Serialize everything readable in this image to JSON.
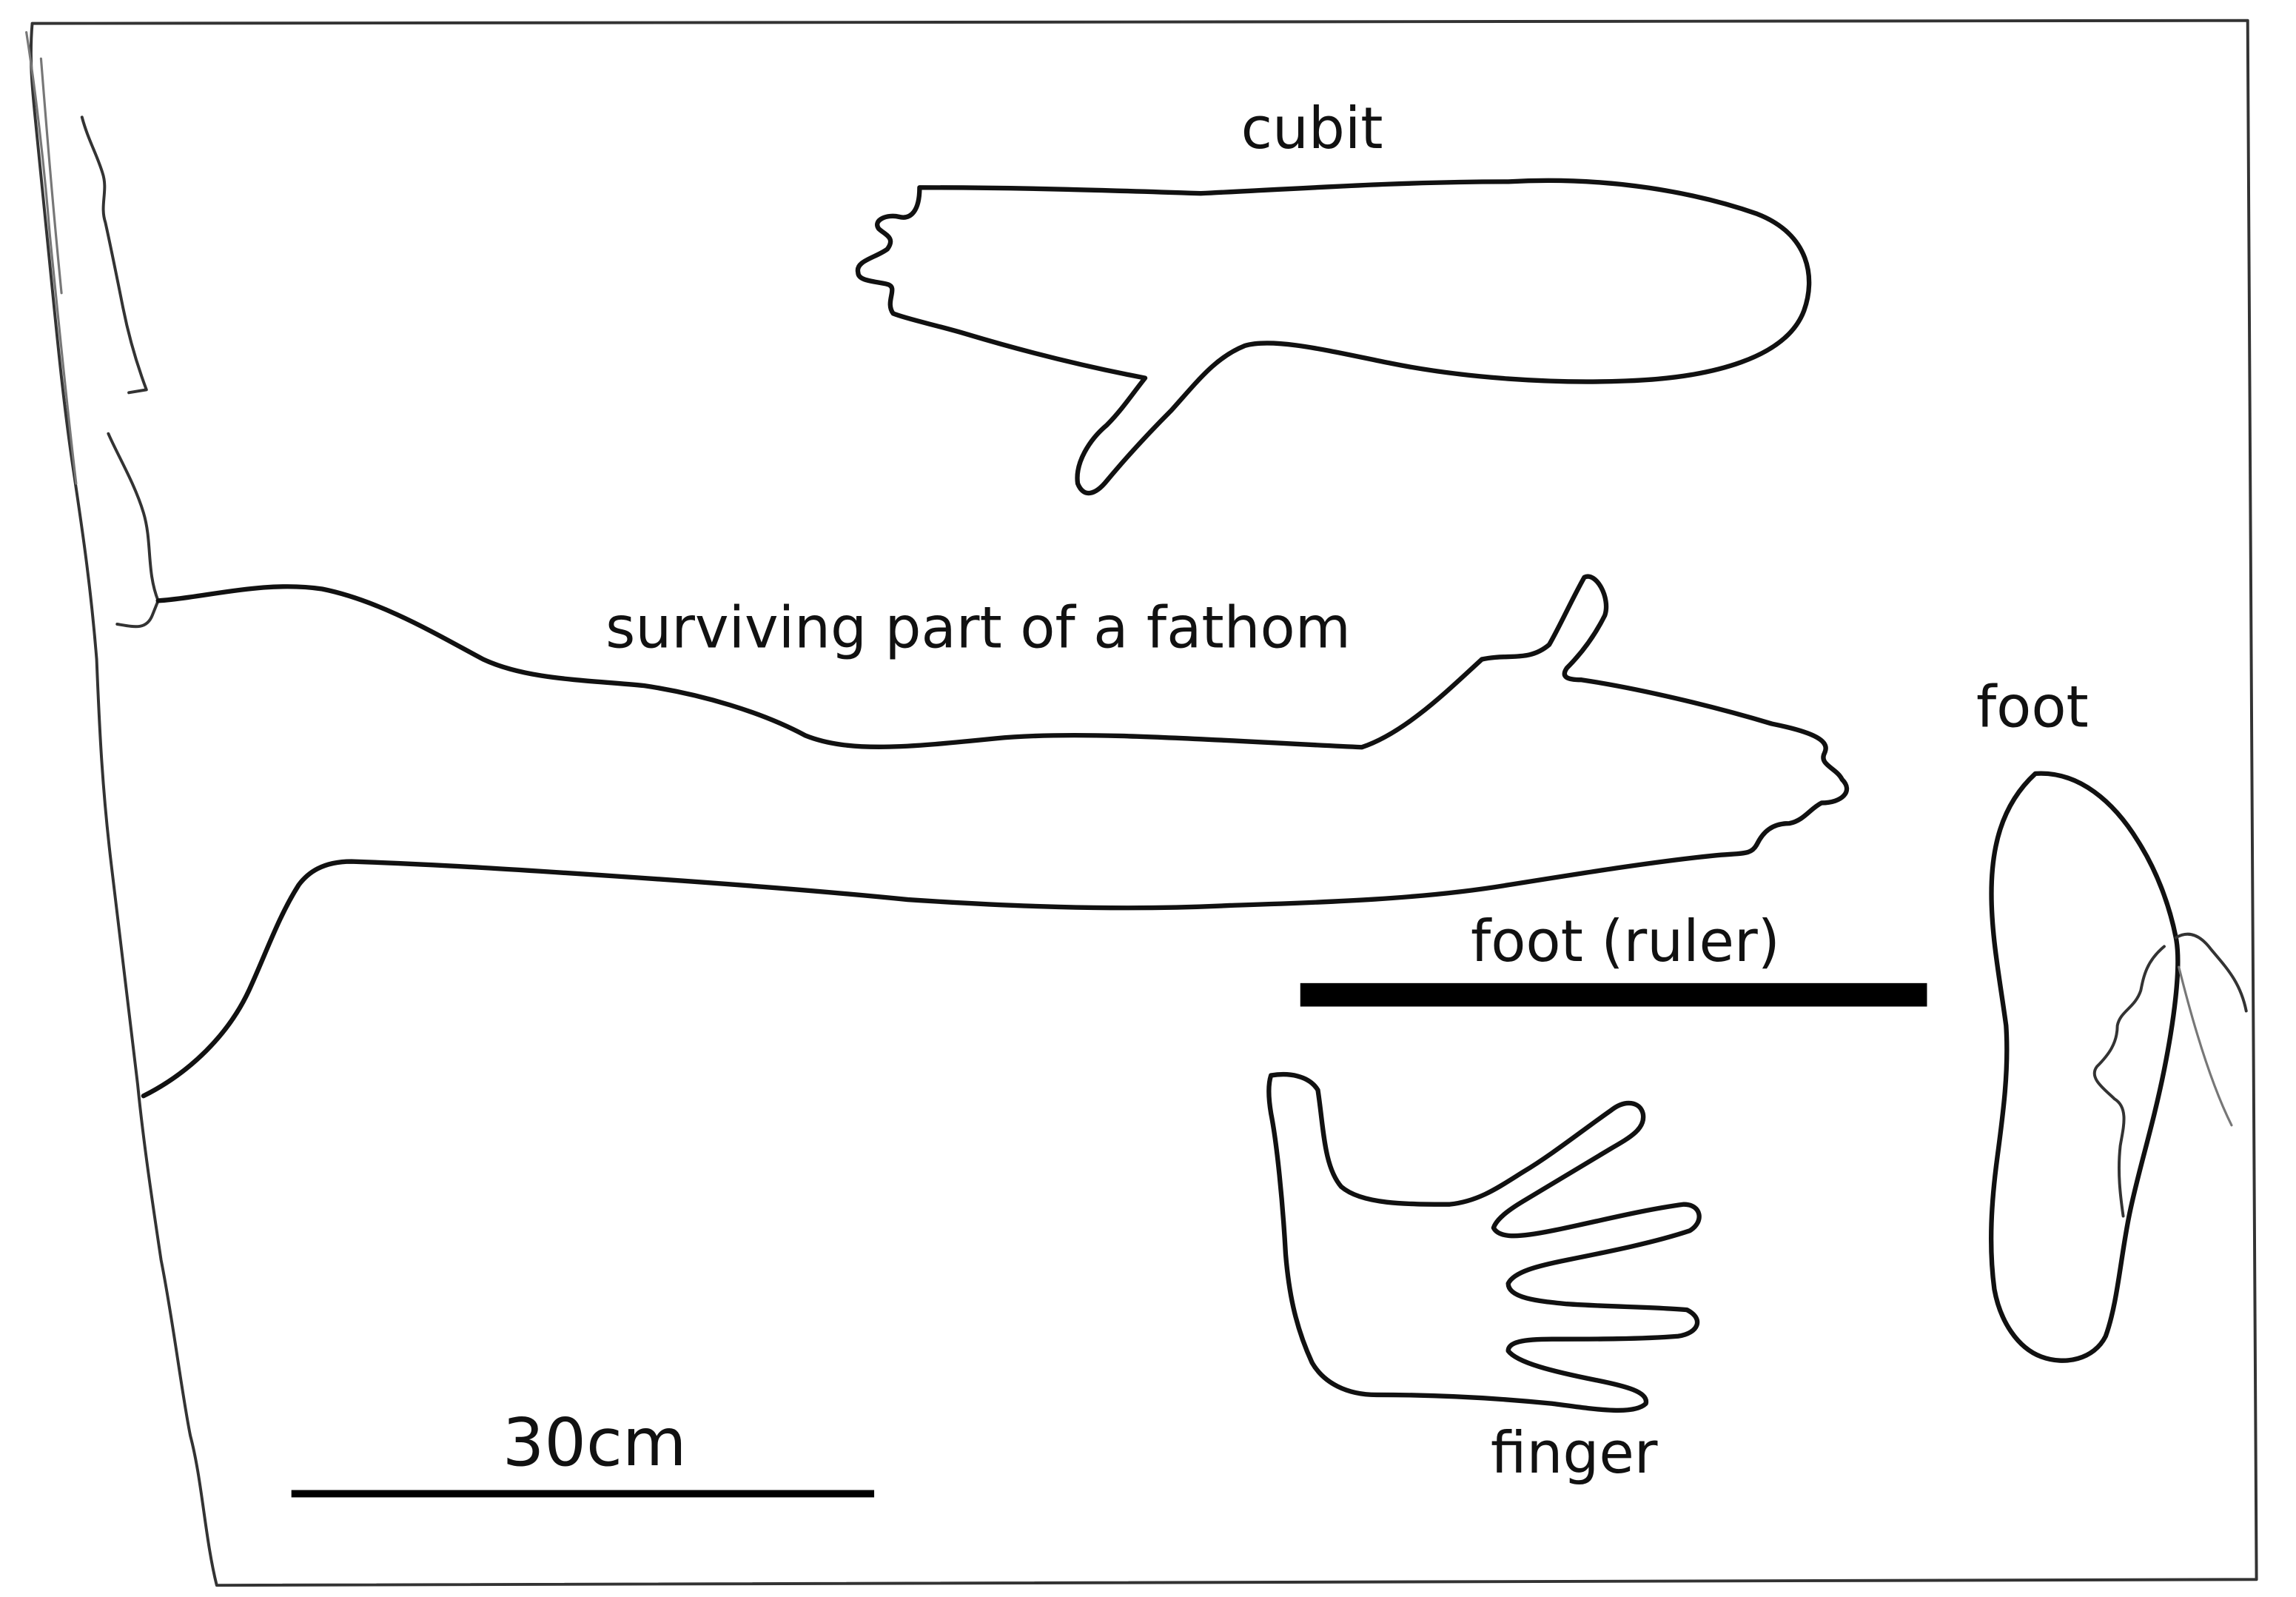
{
  "labels": {
    "cubit": "cubit",
    "fathom": "surviving part of a fathom",
    "foot": "foot",
    "foot_ruler": "foot (ruler)",
    "finger": "finger",
    "scale": "30cm"
  },
  "colors": {
    "background": "#ffffff",
    "stroke": "#111111",
    "ruler_bar": "#000000"
  }
}
